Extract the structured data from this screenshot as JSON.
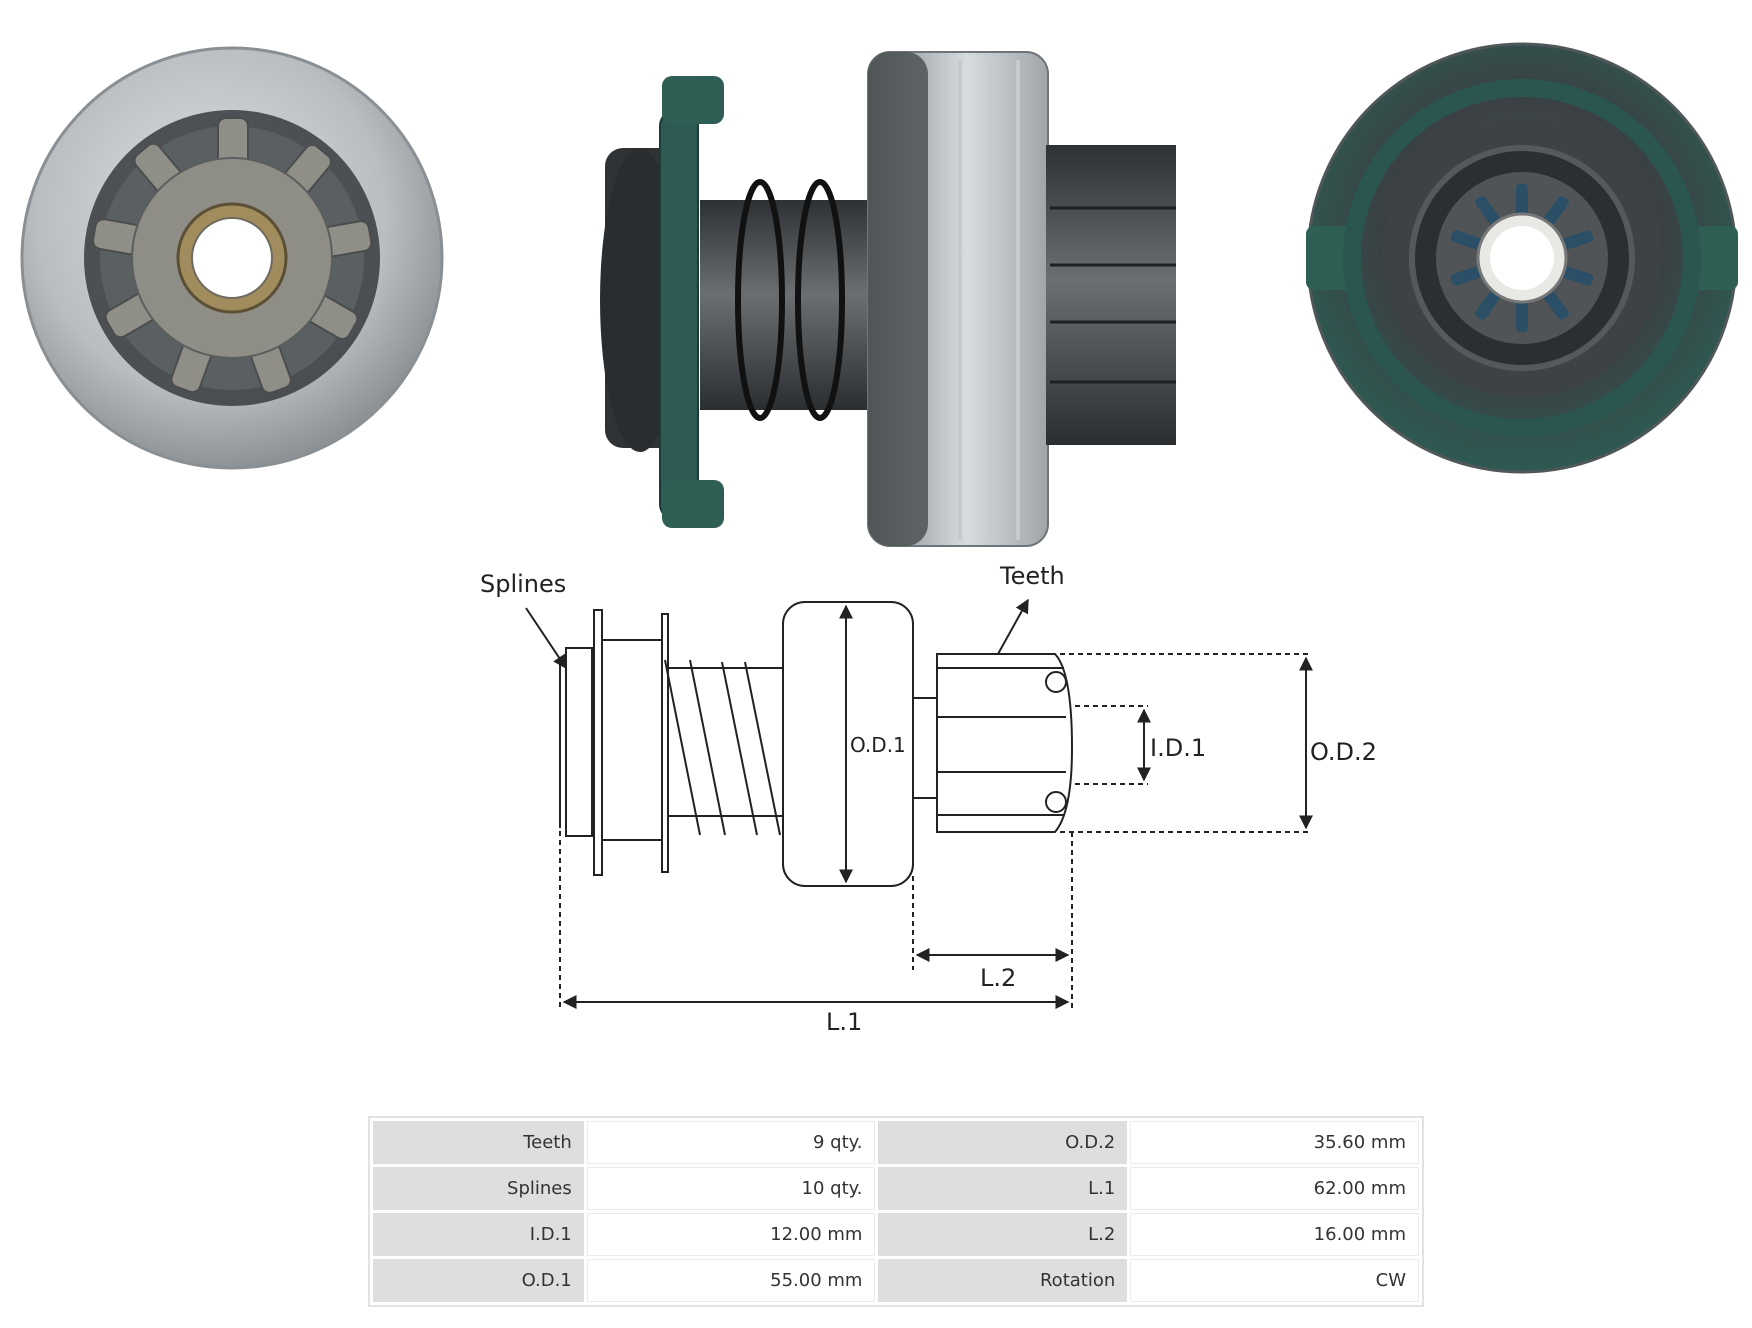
{
  "diagram": {
    "splines_label": "Splines",
    "teeth_label": "Teeth",
    "od1_label": "O.D.1",
    "id1_label": "I.D.1",
    "od2_label": "O.D.2",
    "l1_label": "L.1",
    "l2_label": "L.2"
  },
  "photos": {
    "front": "starter-drive-front-view",
    "side": "starter-drive-side-view",
    "back": "starter-drive-back-view"
  },
  "colors": {
    "steel": "#b8bcbf",
    "dark_metal": "#3b3e40",
    "green_plastic": "#2e5a52"
  },
  "specs": {
    "rows": [
      {
        "k1": "Teeth",
        "v1": "9 qty.",
        "k2": "O.D.2",
        "v2": "35.60 mm"
      },
      {
        "k1": "Splines",
        "v1": "10 qty.",
        "k2": "L.1",
        "v2": "62.00 mm"
      },
      {
        "k1": "I.D.1",
        "v1": "12.00 mm",
        "k2": "L.2",
        "v2": "16.00 mm"
      },
      {
        "k1": "O.D.1",
        "v1": "55.00 mm",
        "k2": "Rotation",
        "v2": "CW"
      }
    ]
  }
}
